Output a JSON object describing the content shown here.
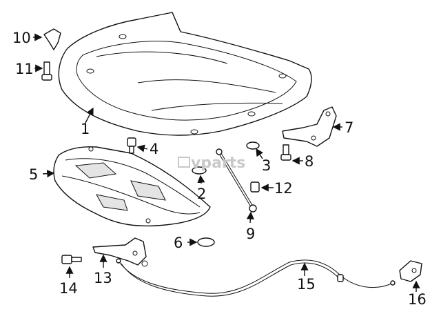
{
  "watermark": "vparts",
  "watermark_color": "#c9c9c9",
  "callouts": [
    {
      "label": "1"
    },
    {
      "label": "2"
    },
    {
      "label": "3"
    },
    {
      "label": "4"
    },
    {
      "label": "5"
    },
    {
      "label": "6"
    },
    {
      "label": "7"
    },
    {
      "label": "8"
    },
    {
      "label": "9"
    },
    {
      "label": "10"
    },
    {
      "label": "11"
    },
    {
      "label": "12"
    },
    {
      "label": "13"
    },
    {
      "label": "14"
    },
    {
      "label": "15"
    },
    {
      "label": "16"
    }
  ]
}
